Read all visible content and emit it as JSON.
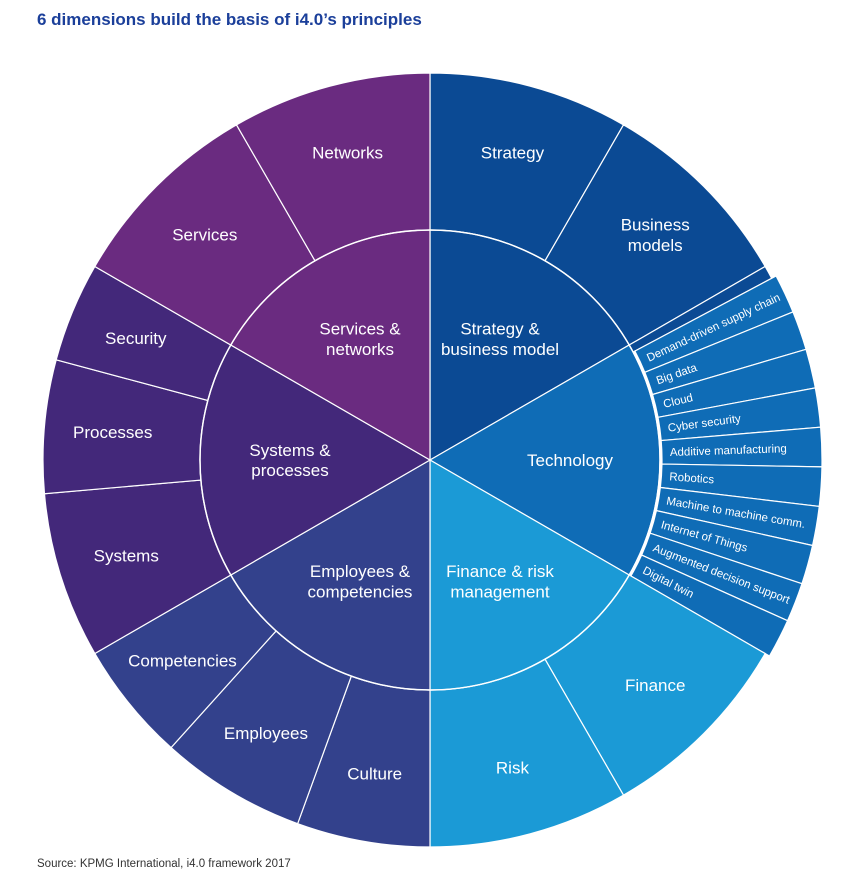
{
  "title": "6 dimensions build the basis of i4.0’s principles",
  "source": "Source: KPMG International, i4.0 framework 2017",
  "dimensions": [
    {
      "id": "strategy",
      "label": [
        "Strategy &",
        "business model"
      ],
      "color": "#0b4a94",
      "children": [
        {
          "label": [
            "Strategy"
          ]
        },
        {
          "label": [
            "Business",
            "models"
          ]
        }
      ]
    },
    {
      "id": "technology",
      "label": [
        "Technology"
      ],
      "color": "#0f6cb6",
      "children": [
        {
          "label": [
            "Demand-driven supply chain"
          ]
        },
        {
          "label": [
            "Big data"
          ]
        },
        {
          "label": [
            "Cloud"
          ]
        },
        {
          "label": [
            "Cyber security"
          ]
        },
        {
          "label": [
            "Additive manufacturing"
          ]
        },
        {
          "label": [
            "Robotics"
          ],
          "muted": true
        },
        {
          "label": [
            "Machine to machine comm."
          ]
        },
        {
          "label": [
            "Internet of Things"
          ]
        },
        {
          "label": [
            "Augmented decision support"
          ]
        },
        {
          "label": [
            "Digital twin"
          ]
        }
      ]
    },
    {
      "id": "finance",
      "label": [
        "Finance & risk",
        "management"
      ],
      "color": "#1b9ad6",
      "children": [
        {
          "label": [
            "Finance"
          ]
        },
        {
          "label": [
            "Risk"
          ]
        }
      ]
    },
    {
      "id": "employees",
      "label": [
        "Employees &",
        "competencies"
      ],
      "color": "#33418c",
      "children": [
        {
          "label": [
            "Culture"
          ]
        },
        {
          "label": [
            "Employees"
          ]
        },
        {
          "label": [
            "Competencies"
          ]
        }
      ]
    },
    {
      "id": "systems",
      "label": [
        "Systems &",
        "processes"
      ],
      "color": "#43287a",
      "children": [
        {
          "label": [
            "Systems"
          ]
        },
        {
          "label": [
            "Processes"
          ]
        },
        {
          "label": [
            "Security"
          ]
        }
      ]
    },
    {
      "id": "services",
      "label": [
        "Services &",
        "networks"
      ],
      "color": "#6a2b80",
      "children": [
        {
          "label": [
            "Services"
          ]
        },
        {
          "label": [
            "Networks"
          ]
        }
      ]
    }
  ]
}
